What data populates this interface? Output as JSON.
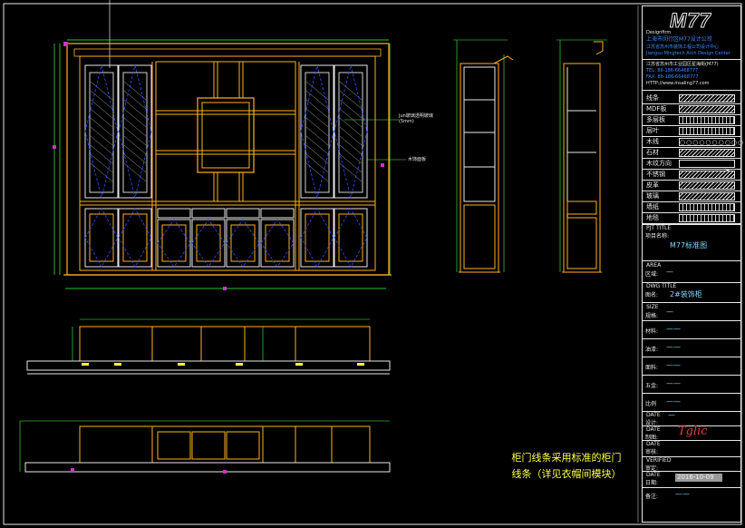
{
  "title_block": {
    "logo": "M77",
    "logo_sub": "Designfirm",
    "company_lines": [
      "上海市闵行区M77设计公司",
      "江苏省苏州市装饰工程公司设计中心",
      "Jiangsu Mingtech Arch Design Center"
    ],
    "address": "江苏省苏州市工业园区星海街(M77)",
    "tel": "TEL: 86-186-66468777",
    "fax": "FAX: 86-186-66468777",
    "web": "HTTP://www.msaling77.com",
    "materials": [
      {
        "label": "线条",
        "swatch": "hatch"
      },
      {
        "label": "MDF板",
        "swatch": "hatch"
      },
      {
        "label": "多层板",
        "swatch": "cross"
      },
      {
        "label": "层叶",
        "swatch": "cross"
      },
      {
        "label": "木线",
        "swatch": "circles"
      },
      {
        "label": "石材",
        "swatch": "hatch"
      },
      {
        "label": "木纹方向",
        "swatch": "arrow"
      },
      {
        "label": "不锈钢",
        "swatch": "hatch"
      },
      {
        "label": "皮革",
        "swatch": "hatch"
      },
      {
        "label": "玻璃",
        "swatch": "hatch"
      },
      {
        "label": "墙纸",
        "swatch": "cross"
      },
      {
        "label": "地毯",
        "swatch": "cross"
      }
    ],
    "circles_text": "○○○○○○○○○○",
    "project_en": "PJT TITLE",
    "project_cn": "项目名称:",
    "project_value": "M77标准图",
    "area_en": "AREA",
    "area_cn": "区域:",
    "area_value": "—",
    "dwg_en": "DWG TITLE",
    "dwg_cn": "图名:",
    "dwg_value": "2#装饰柜",
    "size_en": "SIZE",
    "size_cn": "规格:",
    "size_value": "—",
    "rows": [
      {
        "label": "材料:",
        "value": "——"
      },
      {
        "label": "油漆:",
        "value": "——"
      },
      {
        "label": "面料:",
        "value": "——"
      },
      {
        "label": "五金:",
        "value": "——"
      },
      {
        "label": "比例",
        "value": "——"
      }
    ],
    "date1_en": "DATE",
    "date1_cn": "设计:",
    "date1_value": "—",
    "date2_en": "DATE",
    "date2_cn": "制图:",
    "date3_en": "DATE",
    "date3_cn": "审核:",
    "verified_en": "VERIFIED",
    "verified_cn": "审定:",
    "date4_en": "DATE",
    "date4_cn": "日期:",
    "date4_value": "2016-10-09",
    "remark_cn": "备注:",
    "remark_value": "——"
  },
  "annotations": {
    "glass_note": "Jun玻璃透明玻璃",
    "glass_note2": "(5mm)",
    "wood_note": "木饰面板"
  },
  "footnote": {
    "line1": "柜门线条采用标准的柜门",
    "line2": "线条（详见衣帽间模块）"
  }
}
